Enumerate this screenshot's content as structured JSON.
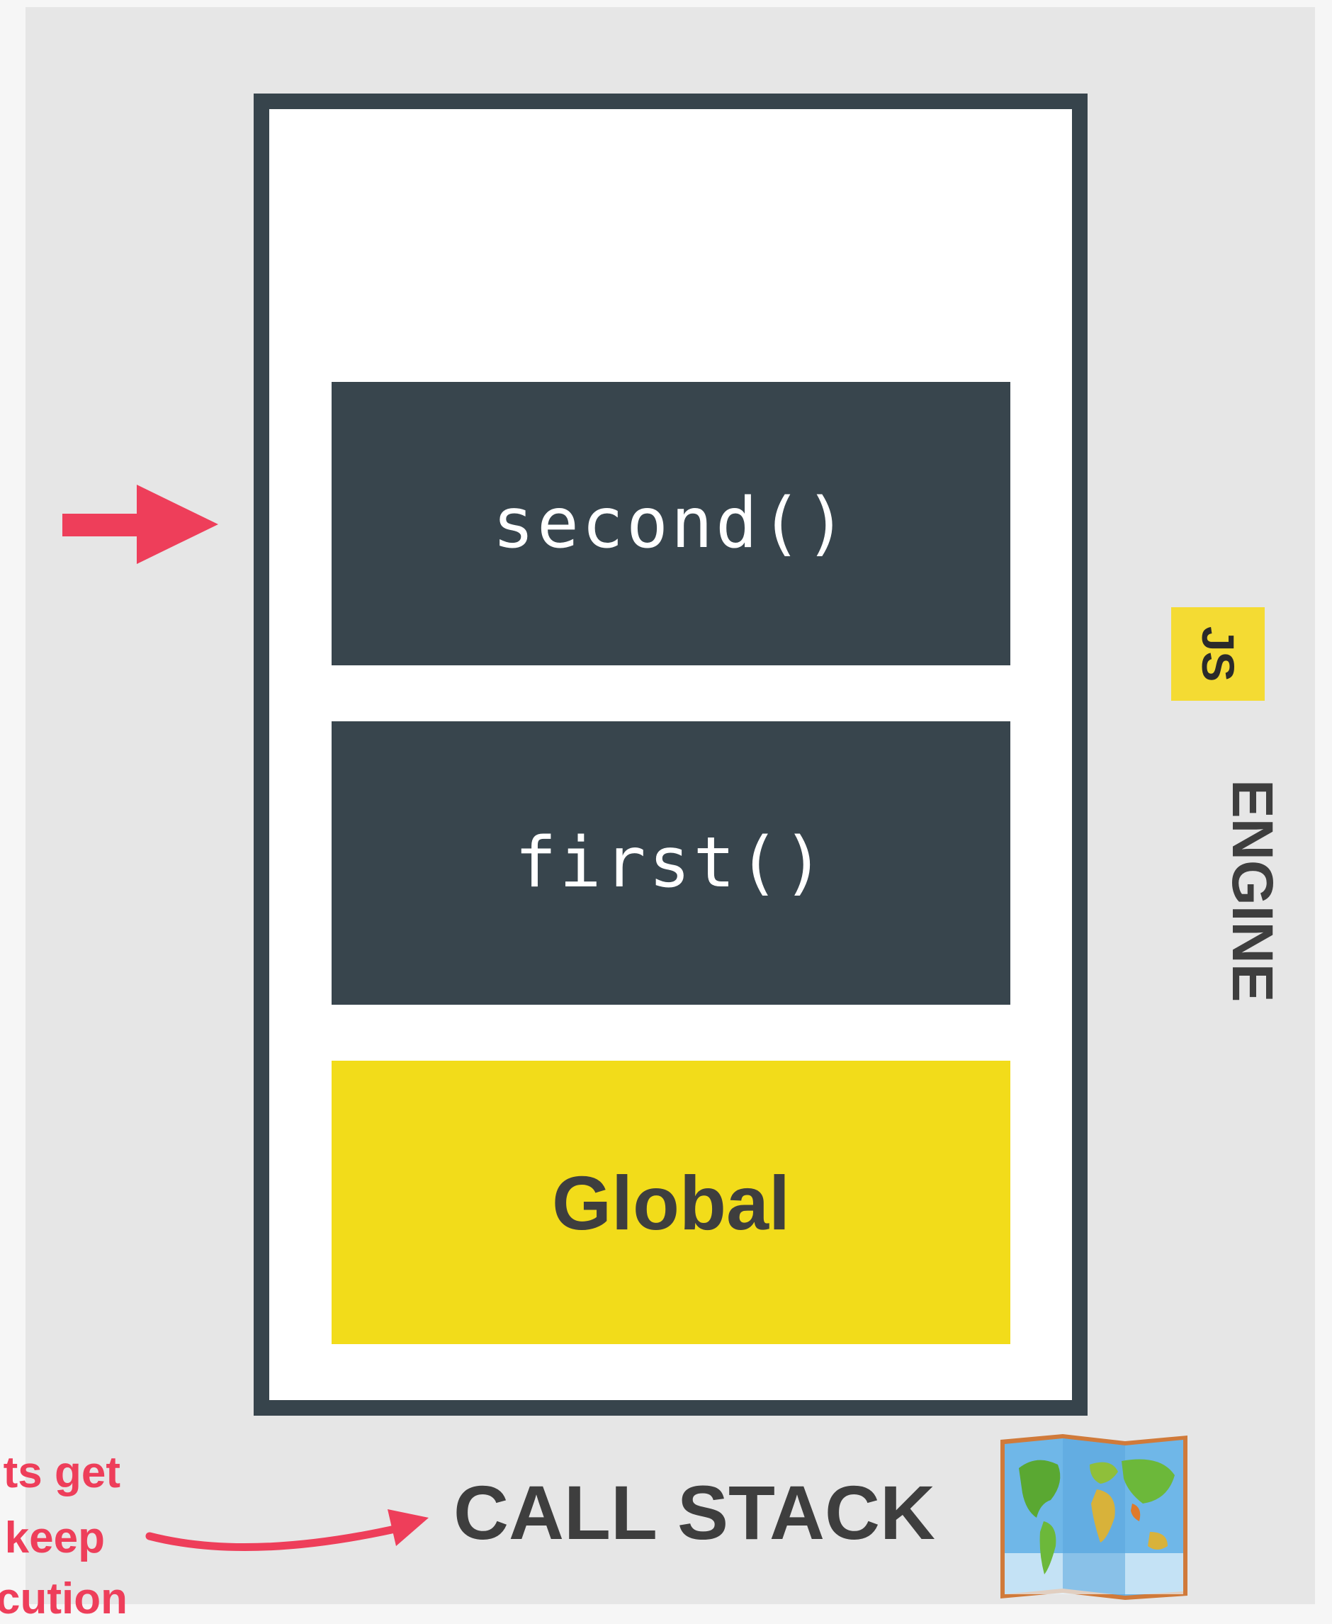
{
  "diagram": {
    "stack_frames": [
      {
        "label": "second()"
      },
      {
        "label": "first()"
      },
      {
        "label": "Global"
      }
    ],
    "js_badge": "JS",
    "engine_label": "ENGINE",
    "call_stack_label": "CALL STACK",
    "side_note_lines": [
      "ts get",
      "keep",
      "cution"
    ],
    "colors": {
      "frame_border": "#37444c",
      "function_block": "#38454d",
      "global_block": "#f2dc1a",
      "accent_red": "#ee3e5a",
      "js_yellow": "#f4db33"
    }
  }
}
